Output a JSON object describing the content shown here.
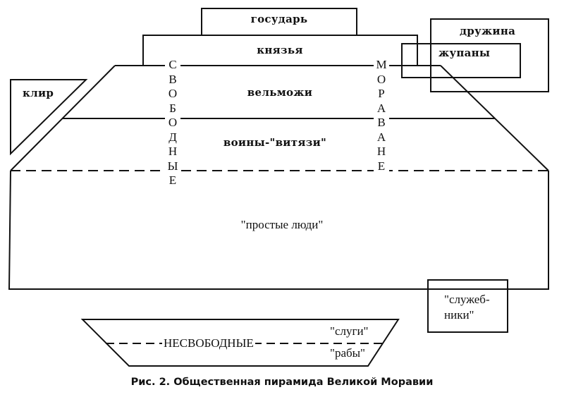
{
  "diagram": {
    "top_ranks": {
      "ruler": "государь",
      "princes": "князья"
    },
    "side_groups": {
      "retinue": "дружина",
      "zhupans": "жупаны",
      "clergy": "клир",
      "servitors": "\"служеб-\nники\"",
      "servitors_line1": "\"служеб-",
      "servitors_line2": "ники\""
    },
    "free_strata": {
      "nobles": "вельможи",
      "warriors": "воины-\"витязи\"",
      "common_people": "\"простые люди\""
    },
    "vertical_labels": {
      "left_word": "СВОБОДНЫЕ",
      "left_letters": [
        "С",
        "В",
        "О",
        "Б",
        "О",
        "Д",
        "Н",
        "Ы",
        "Е"
      ],
      "right_word": "МОРАВАНЕ",
      "right_letters": [
        "М",
        "О",
        "Р",
        "А",
        "В",
        "А",
        "Н",
        "Е"
      ]
    },
    "unfree": {
      "label": "НЕСВОБОДНЫЕ",
      "servants": "\"слуги\"",
      "slaves": "\"рабы\""
    }
  },
  "caption": "Рис. 2. Общественная пирамида Великой Моравии",
  "colors": {
    "ink": "#111111",
    "paper": "#ffffff"
  }
}
